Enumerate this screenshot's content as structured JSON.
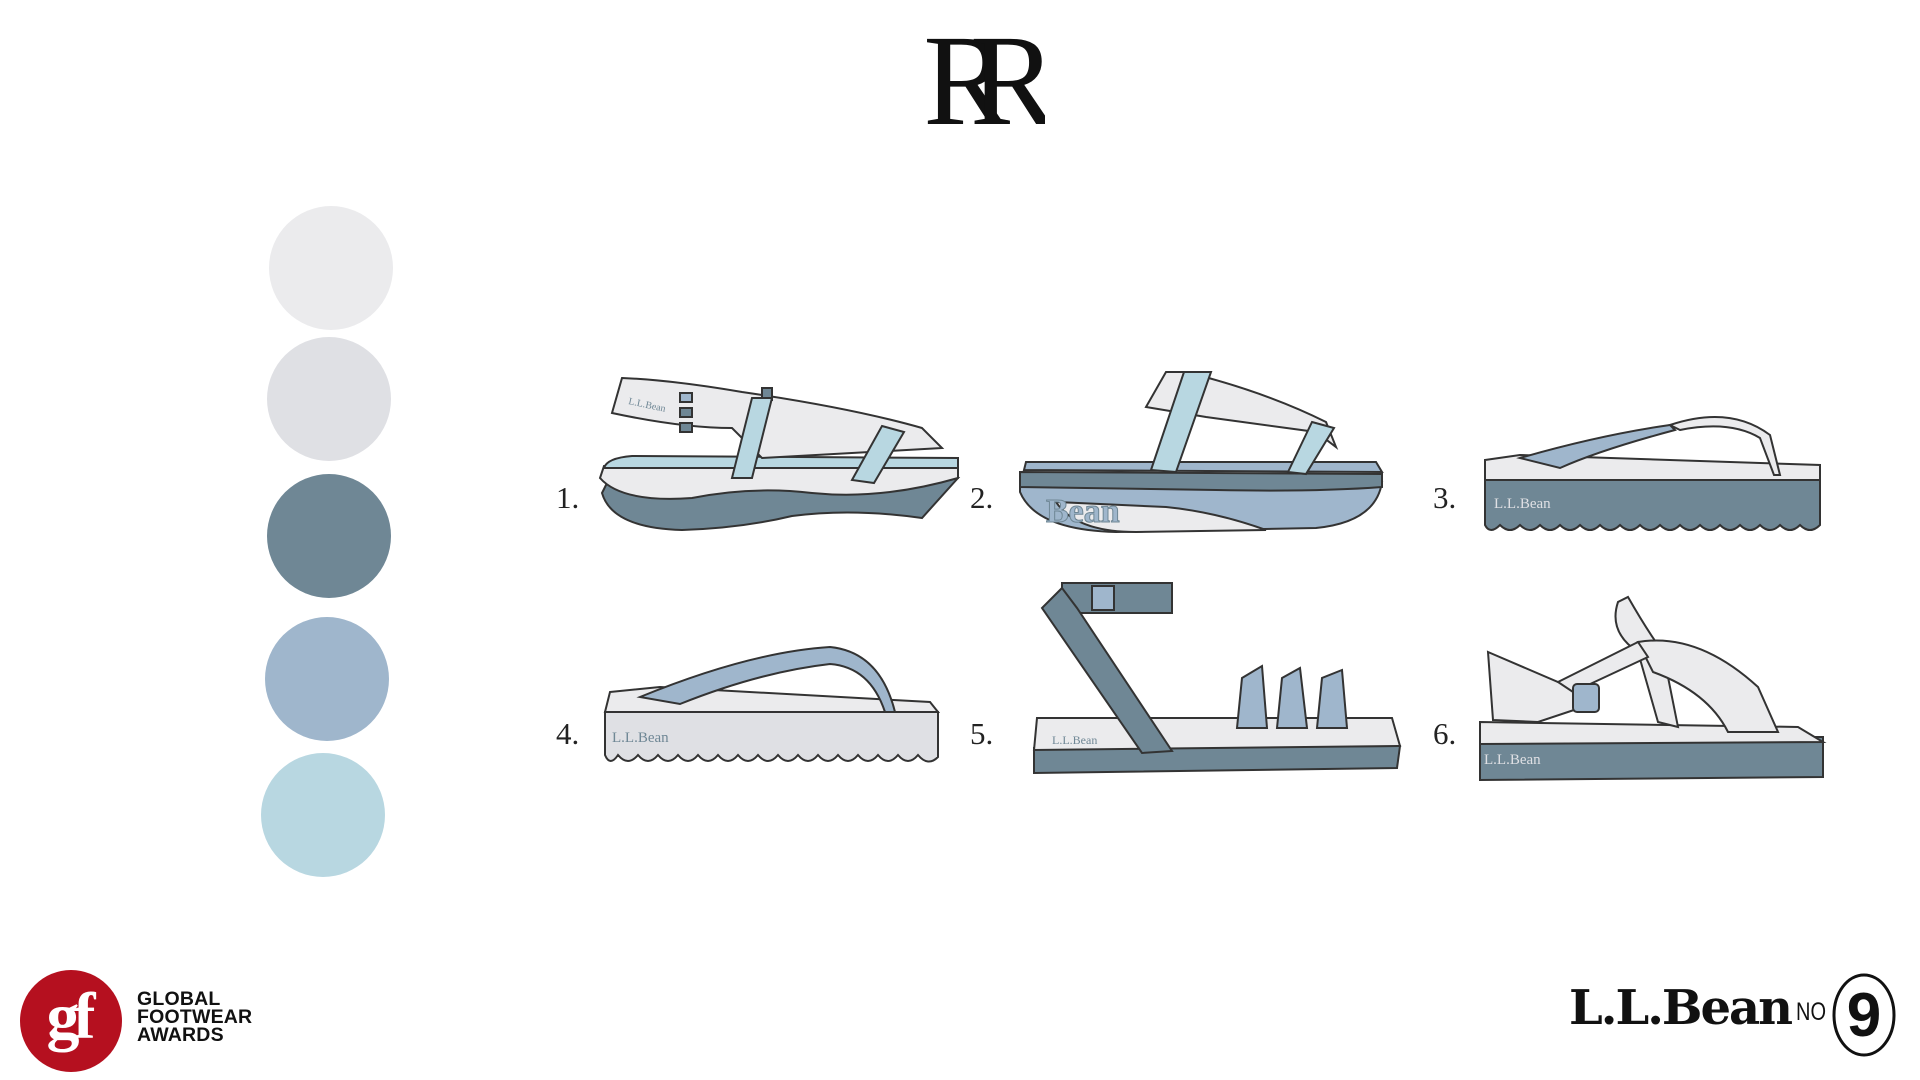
{
  "header": {
    "logo_text": "RR"
  },
  "palette": {
    "swatches": [
      "#ebebed",
      "#dfe0e4",
      "#6f8795",
      "#9fb6cc",
      "#b8d7e1"
    ]
  },
  "sandals": [
    {
      "label": "1.",
      "brand": "L.L.Bean"
    },
    {
      "label": "2.",
      "brand": "Bean"
    },
    {
      "label": "3.",
      "brand": "L.L.Bean"
    },
    {
      "label": "4.",
      "brand": "L.L.Bean"
    },
    {
      "label": "5.",
      "brand": "L.L.Bean"
    },
    {
      "label": "6.",
      "brand": "L.L.Bean"
    }
  ],
  "footer": {
    "award_logo_text": "gf",
    "award_lines": [
      "GLOBAL",
      "FOOTWEAR",
      "AWARDS"
    ],
    "brand": "L.L.Bean",
    "edition_prefix": "NO",
    "edition_number": "9"
  },
  "colors": {
    "award_red": "#b5101f",
    "dark_blue": "#6f8795",
    "mid_blue": "#9fb6cc",
    "light_blue": "#b8d7e1",
    "light_grey": "#ebebed"
  }
}
